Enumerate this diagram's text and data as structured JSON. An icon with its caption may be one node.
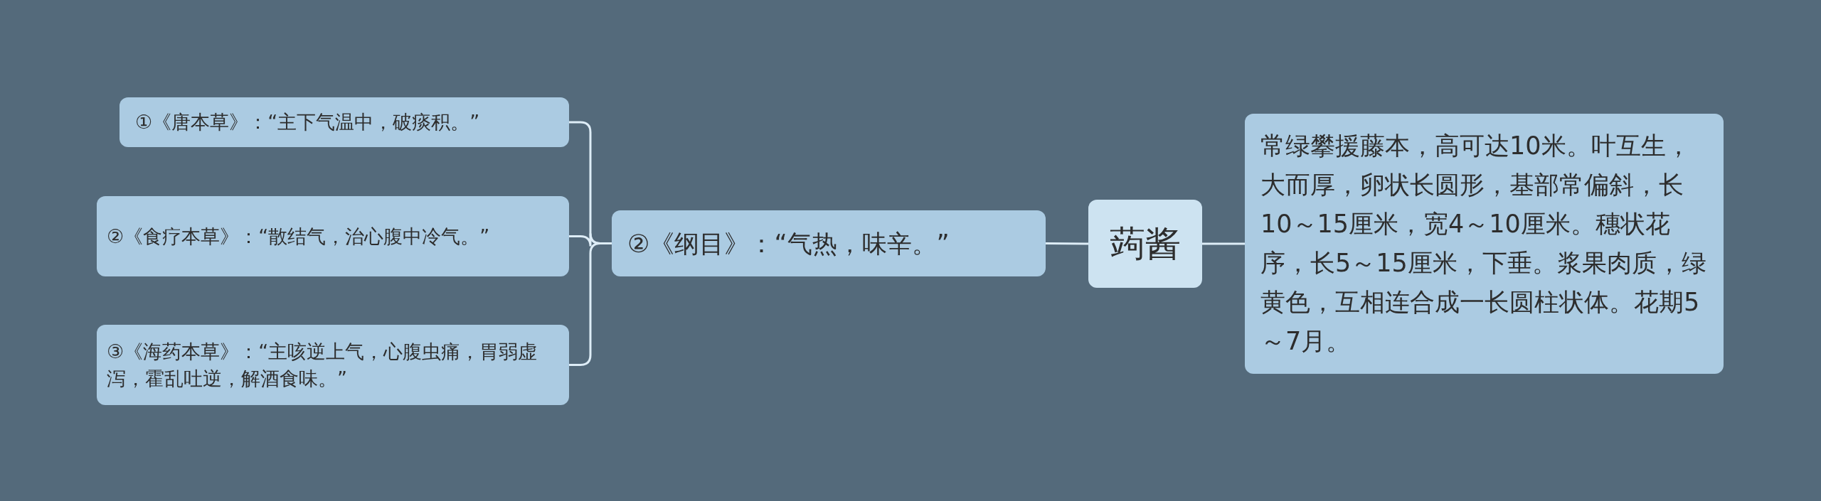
{
  "diagram": {
    "nodes": [
      {
        "text": [
          "蒟酱"
        ]
      },
      {
        "text": [
          "常绿攀援藤本，高可达10米。叶互生，大而厚，卵状长圆形，基部常偏斜，长10～15厘米，宽4～10厘米。穗状花序，长5～15厘米，下垂。浆果肉质，绿黄色，互相连合成一长圆柱状体。花期5～7月。"
        ]
      },
      {
        "text": [
          "②《纲目》：“气热，味辛。”"
        ]
      },
      {
        "text": [
          "①《唐本草》：“主下气温中，破痰积。”"
        ]
      },
      {
        "text": [
          "②《食疗本草》：“散结气，治心腹中冷气。”"
        ]
      },
      {
        "text": [
          "③《海药本草》：“主咳逆上气，心腹虫痛，胃弱虚泻，霍乱吐逆，解酒食味。”"
        ]
      }
    ],
    "edges": [
      {
        "from": 0,
        "to": 1,
        "arrow": "none"
      },
      {
        "from": 0,
        "to": 2,
        "arrow": "none"
      },
      {
        "from": 2,
        "to": 3,
        "arrow": "none"
      },
      {
        "from": 2,
        "to": 4,
        "arrow": "none"
      },
      {
        "from": 2,
        "to": 5,
        "arrow": "none"
      }
    ]
  }
}
